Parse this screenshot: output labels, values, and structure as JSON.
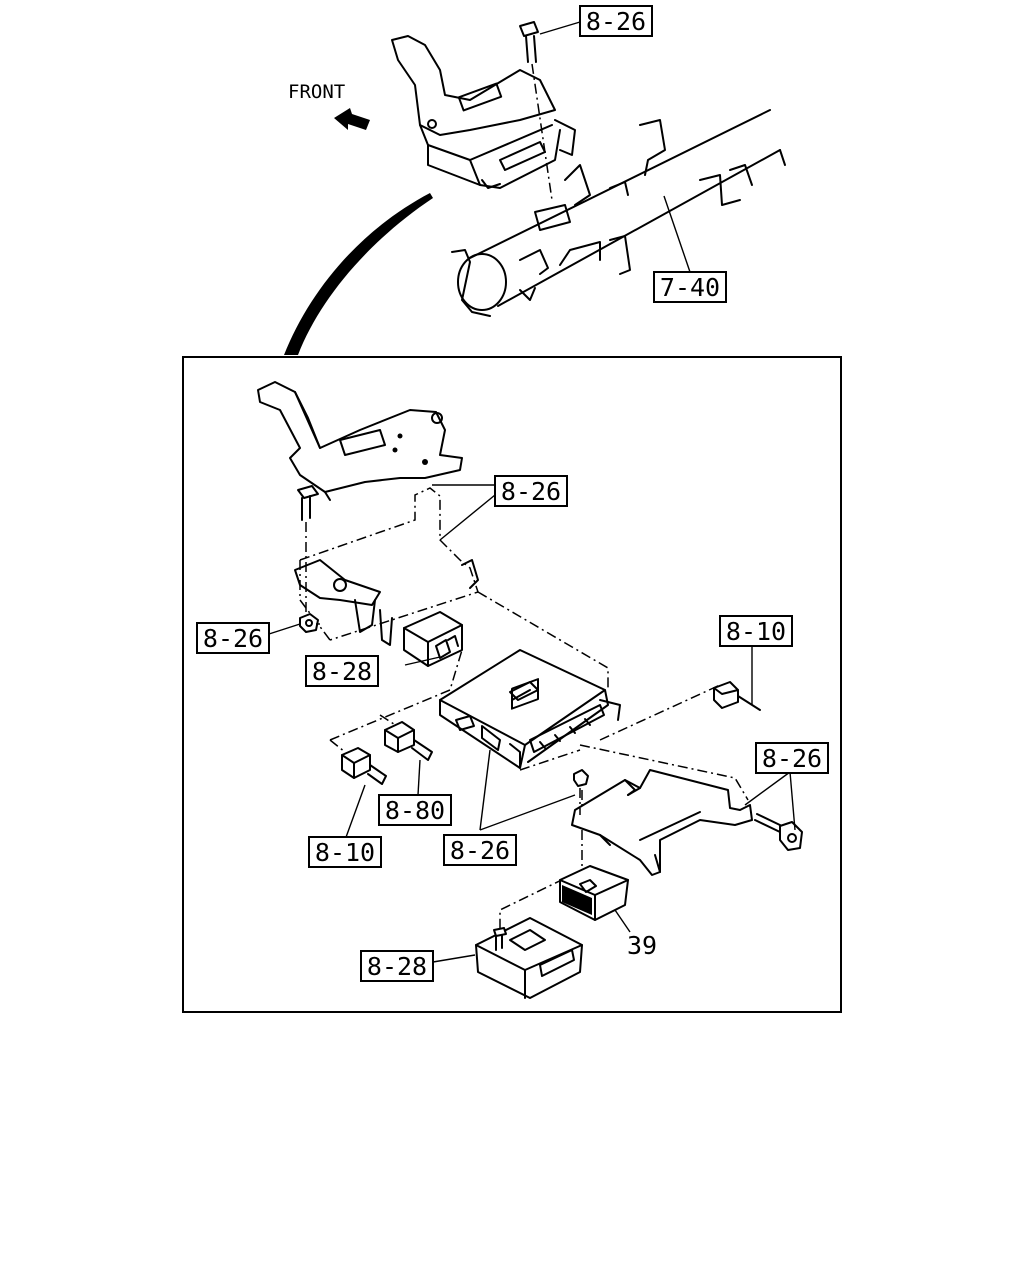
{
  "orientation": {
    "text": "FRONT"
  },
  "callouts": {
    "top_bracket": "8-26",
    "cross_member": "7-40",
    "detail_bracket": "8-26",
    "nut_left": "8-26",
    "module_left": "8-28",
    "connector_right": "8-10",
    "bolt_right": "8-26",
    "connector_mid": "8-80",
    "connector_left": "8-10",
    "control_unit": "8-26",
    "relay_part": "39",
    "module_bottom": "8-28"
  }
}
